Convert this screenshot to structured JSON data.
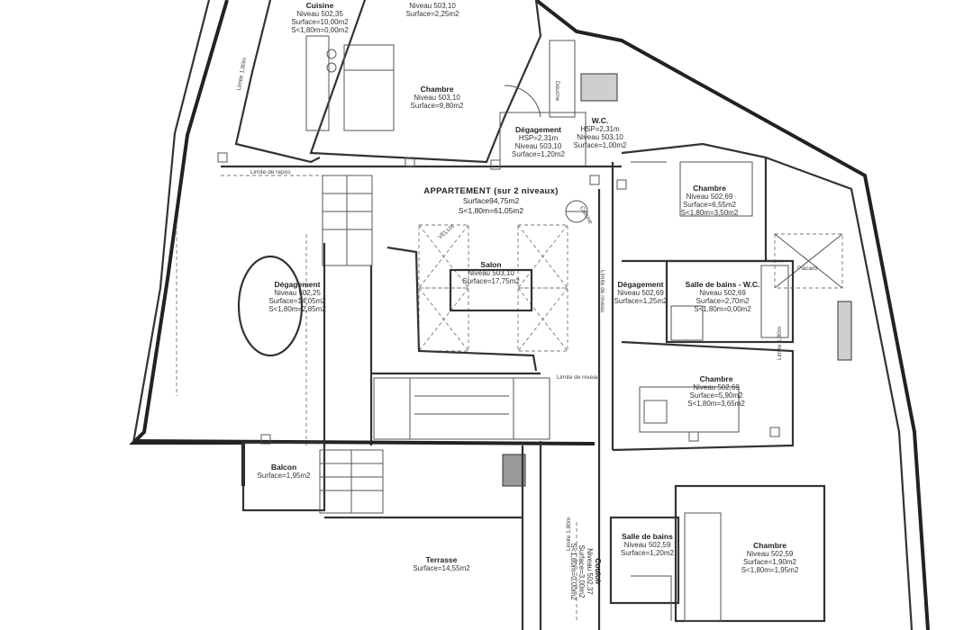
{
  "apartment": {
    "title": "APPARTEMENT (sur 2 niveaux)",
    "surface": "Surface94,75m2",
    "surface_low": "S<1,80m=61,05m2"
  },
  "rooms": {
    "cuisine": {
      "name": "Cuisine",
      "level": "Niveau 502,35",
      "surface": "Surface=10,00m2",
      "low": "S<1,80m=0,00m2"
    },
    "top_small": {
      "level": "Niveau 503,10",
      "surface": "Surface=2,25m2"
    },
    "chambre_top": {
      "name": "Chambre",
      "level": "Niveau 503,10",
      "surface": "Surface=9,80m2"
    },
    "degagement_top": {
      "name": "Dégagement",
      "hsp": "HSP=2,31m",
      "level": "Niveau 503,10",
      "surface": "Surface=1,20m2"
    },
    "wc_top": {
      "name": "W.C.",
      "hsp": "HSP=2,31m",
      "level": "Niveau 503,10",
      "surface": "Surface=1,00m2"
    },
    "chambre_right1": {
      "name": "Chambre",
      "level": "Niveau 502,69",
      "surface": "Surface=6,55m2",
      "low": "S<1,80m=3,50m2"
    },
    "degagement_left": {
      "name": "Dégagement",
      "level": "Niveau 502,25",
      "surface": "Surface=14,05m2",
      "low": "S<1,80m=2,85m2"
    },
    "salon": {
      "name": "Salon",
      "level": "Niveau 503,10",
      "surface": "Surface=17,75m2"
    },
    "degagement_mid": {
      "name": "Dégagement",
      "level": "Niveau 502,69",
      "surface": "Surface=1,25m2"
    },
    "sdb_wc": {
      "name": "Salle de bains - W.C.",
      "level": "Niveau 502,69",
      "surface": "Surface=2,70m2",
      "low": "S<1,80m=0,00m2"
    },
    "chambre_right2": {
      "name": "Chambre",
      "level": "Niveau 502,69",
      "surface": "Surface=5,90m2",
      "low": "S<1,80m=3,65m2"
    },
    "balcon": {
      "name": "Balcon",
      "surface": "Surface=1,95m2"
    },
    "terrasse": {
      "name": "Terrasse",
      "surface": "Surface=14,55m2"
    },
    "couloir": {
      "name": "Couloir",
      "level": "Niveau 502,37",
      "surface": "Surface=3,00m2",
      "low": "S<1,80m=0,00m2"
    },
    "sdb_bottom": {
      "name": "Salle de bains",
      "level": "Niveau 502,59",
      "surface": "Surface=1,20m2"
    },
    "chambre_bottom": {
      "name": "Chambre",
      "level": "Niveau 502,59",
      "surface": "Surface=1,90m2",
      "low": "S<1,80m=1,95m2"
    }
  },
  "notes": {
    "limite_repos": "Limite de repos",
    "limite_niveau": "Limite de niveau",
    "limite_niveau_v": "Limite de niveau",
    "limite_left": "Limite 1,80m",
    "limite_right": "Limite 1,80m",
    "limite_couloir": "Limite 1,80m",
    "placard": "Placard",
    "cuisine_mark": "Cuisine",
    "velux": "VELUX",
    "douche": "Douche"
  }
}
